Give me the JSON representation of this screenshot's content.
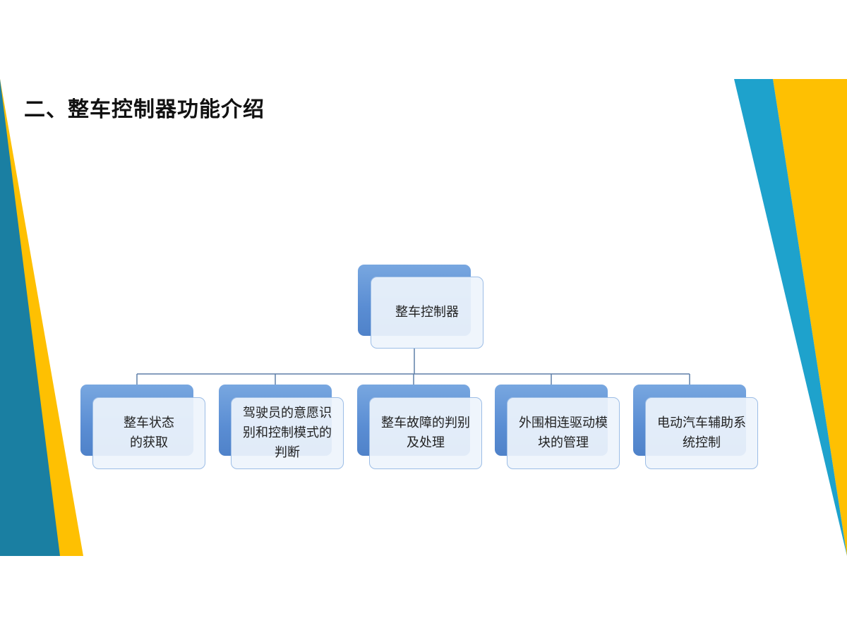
{
  "slide": {
    "title": "二、整车控制器功能介绍"
  },
  "colors": {
    "teal": "#1a7fa2",
    "blue": "#1ea2cc",
    "yellow": "#fec002",
    "node_fill": "#5b8fd6",
    "node_front": "#eef4fc",
    "connector": "#5e7fa8"
  },
  "diagram": {
    "root": {
      "label": "整车控制器"
    },
    "children": [
      {
        "label": "整车状态的获取"
      },
      {
        "label": "驾驶员的意愿识别和控制模式的判断"
      },
      {
        "label": "整车故障的判别及处理"
      },
      {
        "label": "外围相连驱动模块的管理"
      },
      {
        "label": "电动汽车辅助系统控制"
      }
    ]
  }
}
